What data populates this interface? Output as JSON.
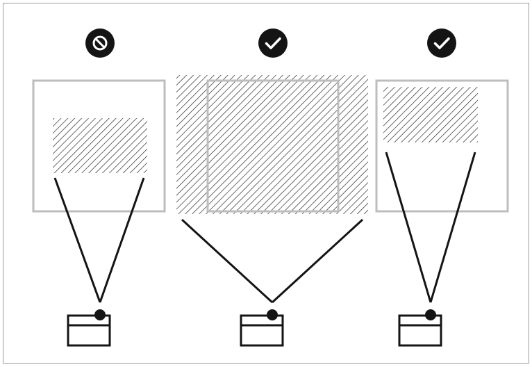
{
  "diagram": {
    "colors": {
      "background": "#ffffff",
      "border": "#9a9a9a",
      "frame": "#bdbdbd",
      "ink": "#141414",
      "hatch": "#2a2a2a",
      "badge_glyph": "#ffffff"
    },
    "panels": [
      {
        "id": "panel-too-small",
        "status": "invalid",
        "icon": "prohibited-icon"
      },
      {
        "id": "panel-overfill",
        "status": "valid",
        "icon": "checkmark-icon"
      },
      {
        "id": "panel-top-aligned",
        "status": "valid",
        "icon": "checkmark-icon"
      }
    ]
  }
}
